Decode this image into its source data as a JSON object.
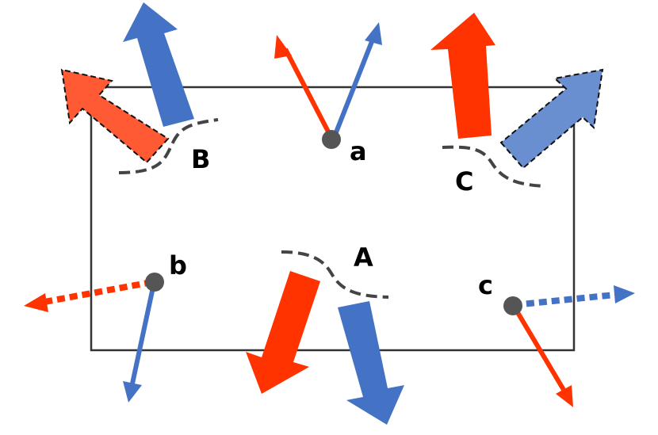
{
  "labels": {
    "point_a": "a",
    "point_b": "b",
    "point_c": "c",
    "region_A": "A",
    "region_B": "B",
    "region_C": "C"
  },
  "colors": {
    "red": "#ff3300",
    "red_light": "#ff5a33",
    "blue": "#4472c4",
    "blue_light": "#6a8fd0",
    "frame": "#333333",
    "point": "#555555",
    "dash": "#444444"
  }
}
